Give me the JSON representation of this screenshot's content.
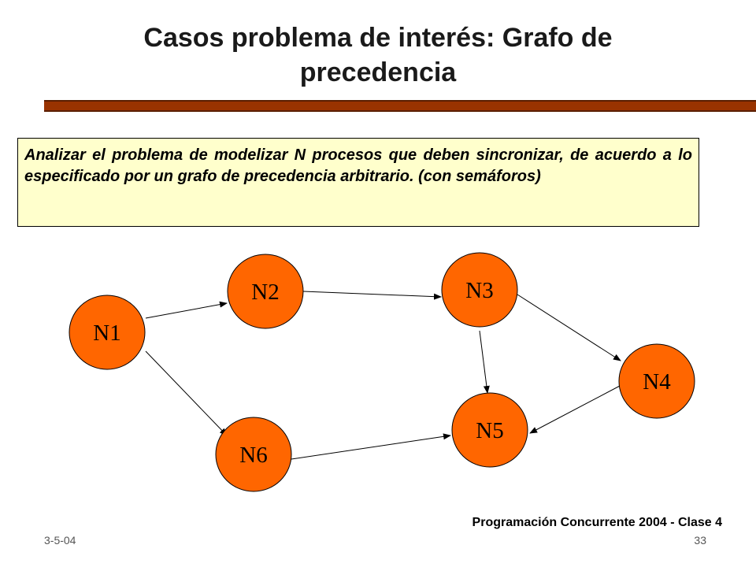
{
  "slide": {
    "title": "Casos problema de interés: Grafo de precedencia",
    "description": "Analizar el problema de modelizar N procesos que deben sincronizar, de acuerdo a lo especificado por un grafo de precedencia arbitrario. (con semáforos)",
    "footer_course": "Programación Concurrente 2004 - Clase 4",
    "footer_date": "3-5-04",
    "page_number": "33"
  },
  "graph": {
    "node_color": "#ff6600",
    "title_rule_color": "#993300",
    "box_color": "#ffffcc",
    "nodes": [
      {
        "id": "N1",
        "label": "N1"
      },
      {
        "id": "N2",
        "label": "N2"
      },
      {
        "id": "N3",
        "label": "N3"
      },
      {
        "id": "N4",
        "label": "N4"
      },
      {
        "id": "N5",
        "label": "N5"
      },
      {
        "id": "N6",
        "label": "N6"
      }
    ],
    "edges": [
      {
        "from": "N1",
        "to": "N2"
      },
      {
        "from": "N1",
        "to": "N6"
      },
      {
        "from": "N2",
        "to": "N3"
      },
      {
        "from": "N3",
        "to": "N4"
      },
      {
        "from": "N3",
        "to": "N5"
      },
      {
        "from": "N4",
        "to": "N5"
      },
      {
        "from": "N6",
        "to": "N5"
      }
    ]
  }
}
